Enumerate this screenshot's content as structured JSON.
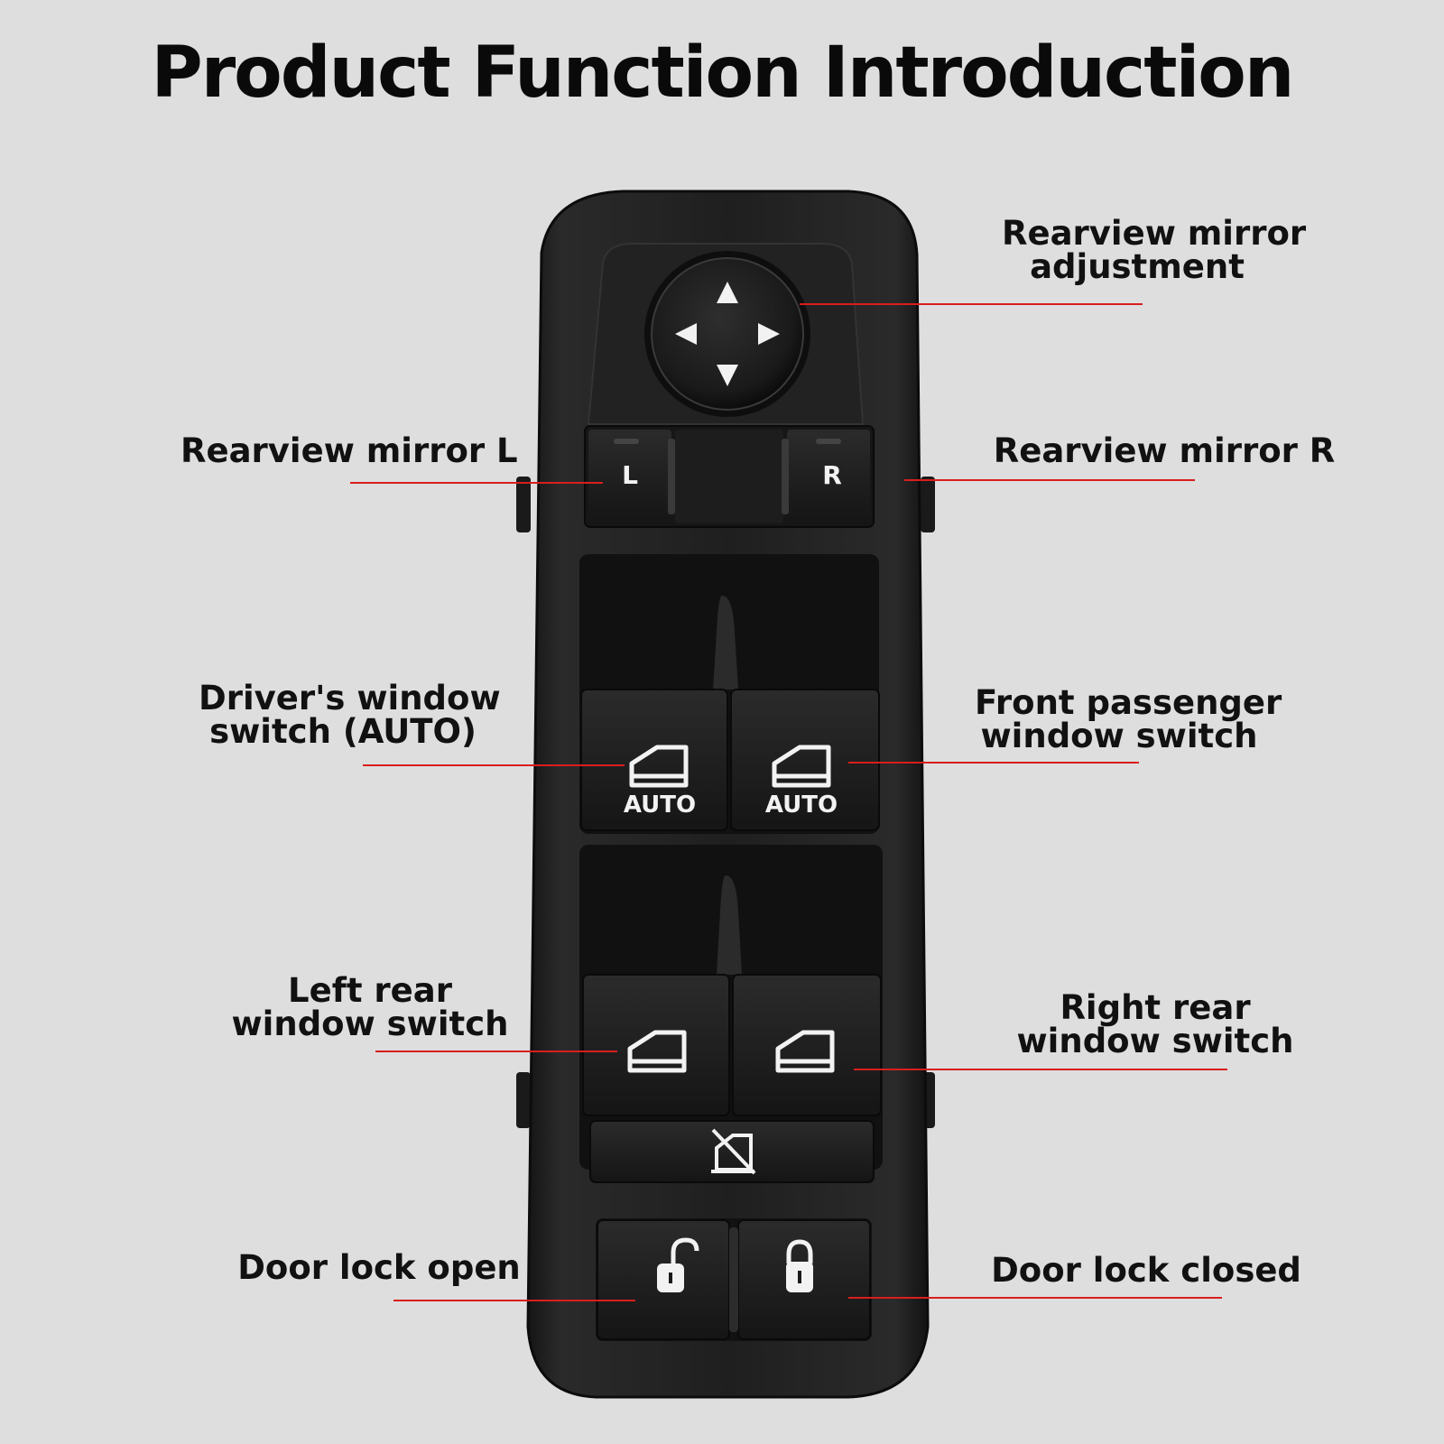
{
  "title": "Product Function Introduction",
  "labels": {
    "mirror_adjust": [
      "Rearview mirror",
      "adjustment"
    ],
    "mirror_l": [
      "Rearview mirror L"
    ],
    "mirror_r": [
      "Rearview mirror R"
    ],
    "driver_window": [
      "Driver's window",
      "switch (AUTO)"
    ],
    "front_passenger": [
      "Front passenger",
      "window switch"
    ],
    "left_rear": [
      "Left rear",
      "window switch"
    ],
    "right_rear": [
      "Right rear",
      "window switch"
    ],
    "lock_open": [
      "Door lock open"
    ],
    "lock_closed": [
      "Door lock closed"
    ]
  },
  "switch": {
    "mirror_l_letter": "L",
    "mirror_r_letter": "R",
    "auto_text_left": "AUTO",
    "auto_text_right": "AUTO"
  },
  "colors": {
    "leader": "#d81e1e",
    "background": "#dedede",
    "panel": "#1c1c1c"
  },
  "icons": {
    "mirror_joystick": "four-arrow-joystick-icon",
    "window": "window-icon",
    "window_lock": "window-lock-disabled-icon",
    "lock_open": "padlock-open-icon",
    "lock_closed": "padlock-closed-icon"
  }
}
